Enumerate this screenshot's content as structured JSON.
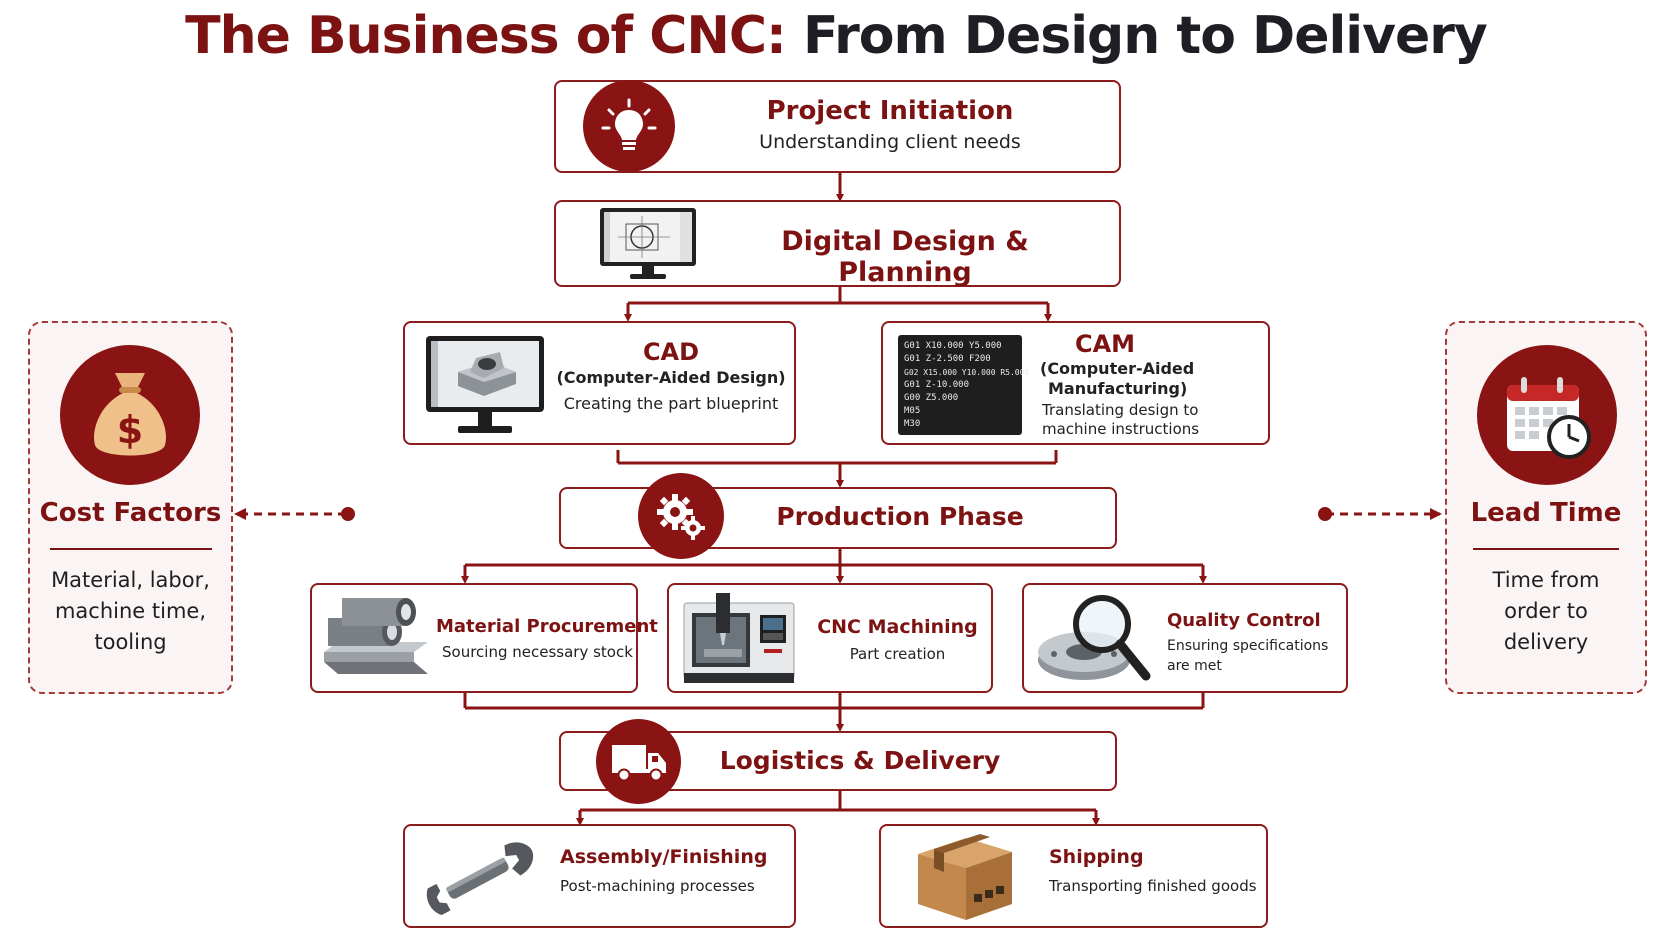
{
  "title": {
    "part1": "The Business of CNC:",
    "part2": "From Design to Delivery"
  },
  "steps": {
    "initiation": {
      "title": "Project Initiation",
      "subtitle": "Understanding client needs",
      "icon": "lightbulb-icon"
    },
    "design": {
      "title": "Digital Design & Planning",
      "icon": "monitor-blueprint-icon"
    },
    "cad": {
      "title": "CAD",
      "subtitle": "(Computer-Aided Design)",
      "desc": "Creating the part blueprint",
      "icon": "cad-monitor-icon"
    },
    "cam": {
      "title": "CAM",
      "subtitle_line1": "(Computer-Aided",
      "subtitle_line2": "Manufacturing)",
      "desc_line1": "Translating design to",
      "desc_line2": "machine instructions",
      "icon": "gcode-screen-icon",
      "code": [
        "G01 X10.000 Y5.000",
        "G01 Z-2.500 F200",
        "G02 X15.000 Y10.000 R5.000",
        "G01 Z-10.000",
        "G00 Z5.000",
        "M05",
        "M30"
      ]
    },
    "production": {
      "title": "Production Phase",
      "icon": "gears-icon"
    },
    "procurement": {
      "title": "Material Procurement",
      "desc": "Sourcing necessary stock",
      "icon": "steel-stock-icon"
    },
    "machining": {
      "title": "CNC Machining",
      "desc": "Part creation",
      "icon": "cnc-machine-icon"
    },
    "quality": {
      "title": "Quality Control",
      "desc_line1": "Ensuring specifications",
      "desc_line2": "are met",
      "icon": "magnifier-icon"
    },
    "logistics": {
      "title": "Logistics & Delivery",
      "icon": "truck-icon"
    },
    "assembly": {
      "title": "Assembly/Finishing",
      "desc": "Post-machining processes",
      "icon": "wrench-icon"
    },
    "shipping": {
      "title": "Shipping",
      "desc": "Transporting finished goods",
      "icon": "box-icon"
    }
  },
  "cost": {
    "title": "Cost Factors",
    "line1": "Material, labor,",
    "line2": "machine time,",
    "line3": "tooling",
    "icon": "money-bag-icon",
    "symbol": "$"
  },
  "lead": {
    "title": "Lead Time",
    "line1": "Time from",
    "line2": "order to",
    "line3": "delivery",
    "icon": "calendar-clock-icon"
  },
  "colors": {
    "accent": "#8a1414",
    "title_dark": "#1e1f24"
  }
}
